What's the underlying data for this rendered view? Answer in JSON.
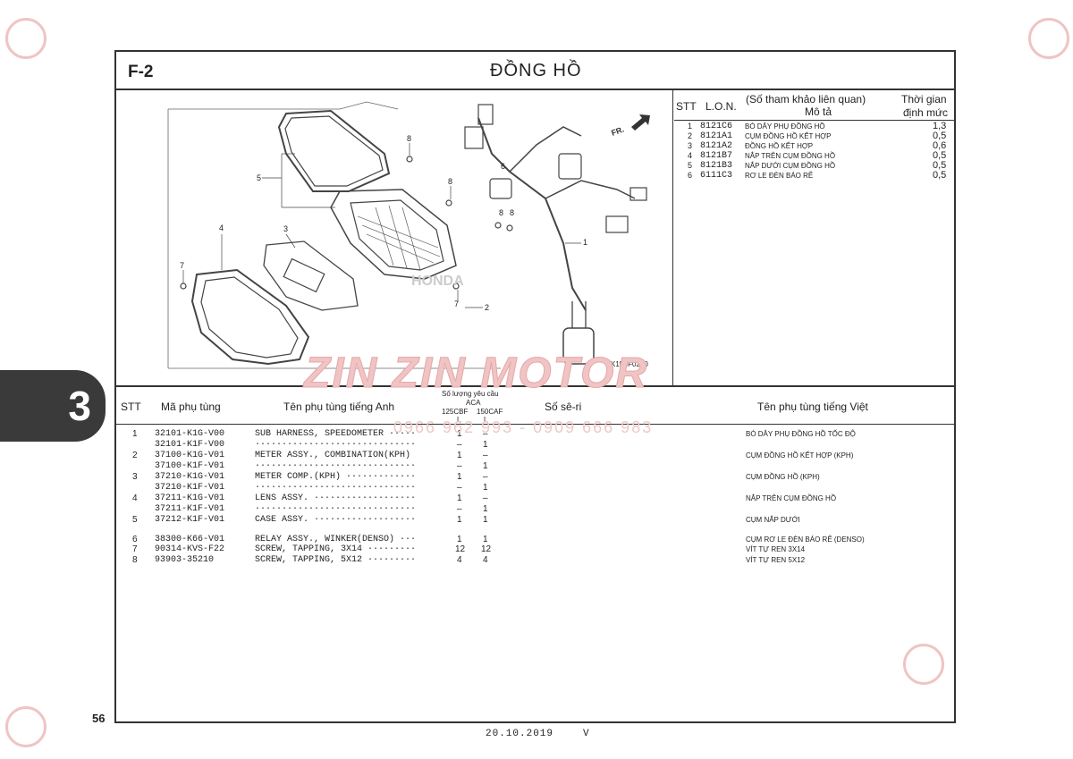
{
  "header": {
    "section_code": "F-2",
    "title": "ĐỒNG HỒ"
  },
  "chapter_tab": "3",
  "page_number": "56",
  "footer": {
    "date": "20.10.2019",
    "version": "V"
  },
  "watermark": {
    "brand": "ZIN ZIN MOTOR",
    "phone": "0966 962 993 - 0909 666 983"
  },
  "diagram": {
    "code": "K1F8F0200",
    "direction_label": "FR.",
    "brand_text": "HONDA",
    "callouts": [
      "8",
      "5",
      "8",
      "6",
      "8",
      "8",
      "3",
      "4",
      "1",
      "7",
      "7",
      "2"
    ]
  },
  "labor_table": {
    "headers": {
      "stt": "STT",
      "lon": "L.O.N.",
      "ref": "(Số tham khảo liên quan)",
      "desc": "Mô tả",
      "time_line1": "Thời gian",
      "time_line2": "định mức"
    },
    "rows": [
      {
        "stt": "1",
        "lon": "8121C6",
        "desc": "BÓ DÂY PHỤ ĐỒNG HỒ",
        "time": "1,3"
      },
      {
        "stt": "2",
        "lon": "8121A1",
        "desc": "CỤM ĐỒNG HỒ KẾT HỢP",
        "time": "0,5"
      },
      {
        "stt": "3",
        "lon": "8121A2",
        "desc": "ĐỒNG HỒ KẾT HỢP",
        "time": "0,6"
      },
      {
        "stt": "4",
        "lon": "8121B7",
        "desc": "NẮP TRÊN CỤM ĐỒNG HỒ",
        "time": "0,5"
      },
      {
        "stt": "5",
        "lon": "8121B3",
        "desc": "NẮP DƯỚI CỤM ĐỒNG HỒ",
        "time": "0,5"
      },
      {
        "stt": "6",
        "lon": "6111C3",
        "desc": "RƠ LE ĐÈN BÁO RẼ",
        "time": "0,5"
      }
    ]
  },
  "parts_table": {
    "headers": {
      "stt": "STT",
      "part_no": "Mã phụ tùng",
      "name_en": "Tên phụ tùng tiếng Anh",
      "qty_title": "Số lượng yêu cầu",
      "qty_group": "ACA",
      "col_125": "125CBF",
      "col_150": "150CAF",
      "col_125_sub": "L",
      "col_150_sub": "L",
      "serial": "Số sê-ri",
      "name_vn": "Tên phụ tùng tiếng Việt"
    },
    "rows": [
      {
        "stt": "1",
        "part": "32101-K1G-V00",
        "name": "SUB HARNESS, SPEEDOMETER ·····",
        "q1": "1",
        "q2": "–",
        "vn": "BÓ DÂY PHỤ ĐỒNG HỒ TỐC ĐỘ"
      },
      {
        "stt": "",
        "part": "32101-K1F-V00",
        "name": "······························",
        "q1": "–",
        "q2": "1",
        "vn": ""
      },
      {
        "stt": "2",
        "part": "37100-K1G-V01",
        "name": "METER ASSY., COMBINATION(KPH)",
        "q1": "1",
        "q2": "–",
        "vn": "CỤM ĐỒNG HỒ KẾT HỢP (KPH)"
      },
      {
        "stt": "",
        "part": "37100-K1F-V01",
        "name": "······························",
        "q1": "–",
        "q2": "1",
        "vn": ""
      },
      {
        "stt": "3",
        "part": "37210-K1G-V01",
        "name": "METER COMP.(KPH) ·············",
        "q1": "1",
        "q2": "–",
        "vn": "CỤM ĐỒNG HỒ (KPH)"
      },
      {
        "stt": "",
        "part": "37210-K1F-V01",
        "name": "······························",
        "q1": "–",
        "q2": "1",
        "vn": ""
      },
      {
        "stt": "4",
        "part": "37211-K1G-V01",
        "name": "LENS ASSY. ···················",
        "q1": "1",
        "q2": "–",
        "vn": "NẮP TRÊN CỤM ĐỒNG HỒ"
      },
      {
        "stt": "",
        "part": "37211-K1F-V01",
        "name": "······························",
        "q1": "–",
        "q2": "1",
        "vn": ""
      },
      {
        "stt": "5",
        "part": "37212-K1F-V01",
        "name": "CASE ASSY. ···················",
        "q1": "1",
        "q2": "1",
        "vn": "CỤM NẮP DƯỚI"
      },
      {
        "stt": "6",
        "part": "38300-K66-V01",
        "name": "RELAY ASSY., WINKER(DENSO) ···",
        "q1": "1",
        "q2": "1",
        "vn": "CỤM RƠ LE ĐÈN BÁO RẼ (DENSO)"
      },
      {
        "stt": "7",
        "part": "90314-KVS-F22",
        "name": "SCREW, TAPPING, 3X14 ·········",
        "q1": "12",
        "q2": "12",
        "vn": "VÍT TỰ REN 3X14"
      },
      {
        "stt": "8",
        "part": "93903-35210",
        "name": "SCREW, TAPPING, 5X12 ·········",
        "q1": "4",
        "q2": "4",
        "vn": "VÍT TỰ REN 5X12"
      }
    ]
  }
}
